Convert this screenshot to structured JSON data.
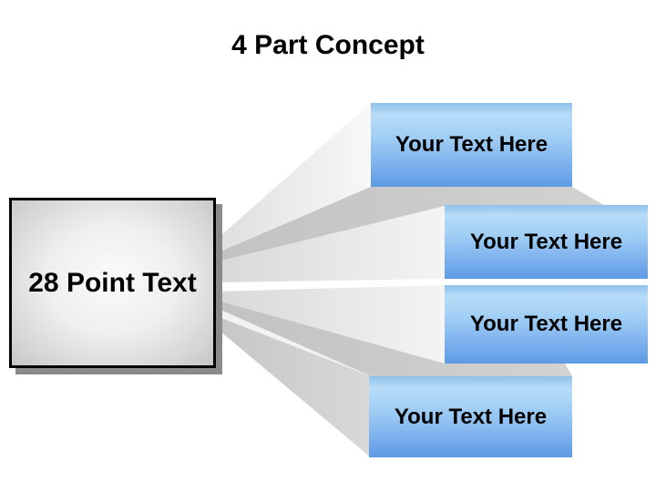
{
  "slide": {
    "title": "4 Part Concept",
    "source_box": {
      "label": "28 Point Text"
    },
    "items": [
      {
        "label": "Your Text Here"
      },
      {
        "label": "Your Text Here"
      },
      {
        "label": "Your Text Here"
      },
      {
        "label": "Your Text Here"
      }
    ],
    "colors": {
      "background": "#ffffff",
      "text": "#000000",
      "item_gradient_top": "#8fc0ea",
      "item_gradient_light": "#b7dcf8",
      "item_gradient_bottom": "#5d9be5",
      "source_fill_center": "#fbfbfb",
      "source_fill_edge": "#c6c6c6",
      "source_border": "#000000",
      "source_shadow": "#8a8a8a",
      "beam_light": "#f6f6f6",
      "beam_medium": "#c8c8c8"
    }
  }
}
